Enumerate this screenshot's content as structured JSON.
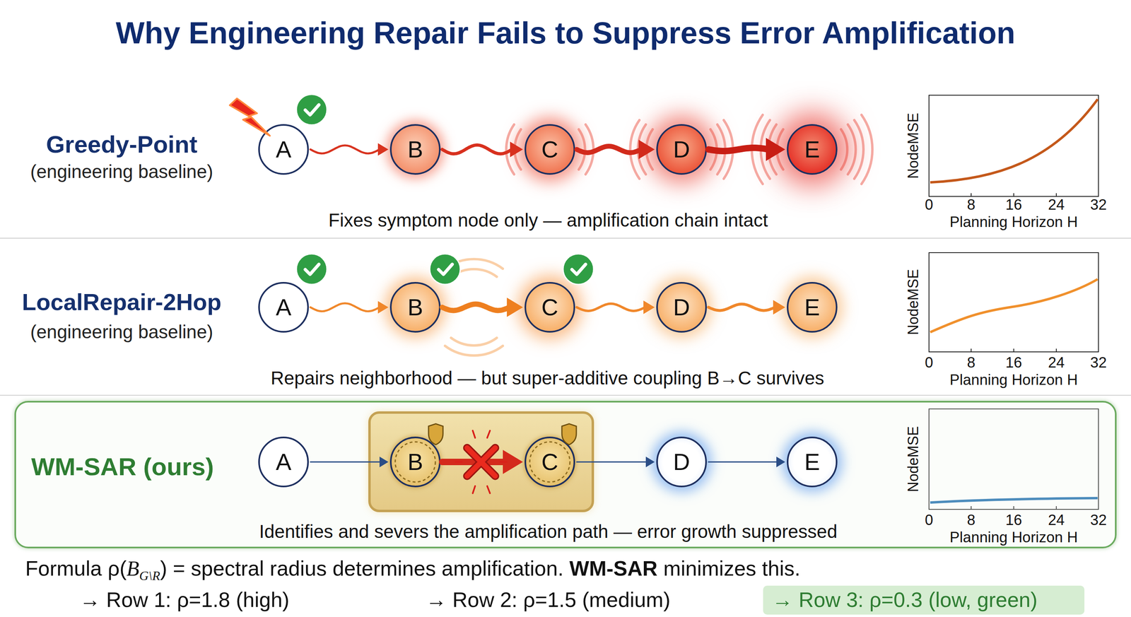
{
  "diagram": {
    "title": "Why Engineering Repair Fails to Suppress Error Amplification",
    "nodes": [
      {
        "text": [
          "A"
        ]
      },
      {
        "text": [
          "B"
        ]
      },
      {
        "text": [
          "C"
        ]
      },
      {
        "text": [
          "D"
        ]
      },
      {
        "text": [
          "E"
        ]
      },
      {
        "text": [
          "A"
        ]
      },
      {
        "text": [
          "B"
        ]
      },
      {
        "text": [
          "C"
        ]
      },
      {
        "text": [
          "D"
        ]
      },
      {
        "text": [
          "E"
        ]
      },
      {
        "text": [
          "WM-SAR (ours)",
          "Identifies and severs the amplification path — error growth suppressed"
        ]
      },
      {
        "text": [
          "A"
        ],
        "in": 10
      },
      {
        "text": [
          "B"
        ],
        "in": 10
      },
      {
        "text": [
          "C"
        ],
        "in": 10
      },
      {
        "text": [
          "D"
        ],
        "in": 10
      },
      {
        "text": [
          "E"
        ],
        "in": 10
      }
    ],
    "edges": [
      {
        "from": 0,
        "to": 1,
        "arrow": "to"
      },
      {
        "from": 1,
        "to": 2,
        "arrow": "to"
      },
      {
        "from": 2,
        "to": 3,
        "arrow": "to"
      },
      {
        "from": 3,
        "to": 4,
        "arrow": "to"
      },
      {
        "from": 5,
        "to": 6,
        "arrow": "to"
      },
      {
        "from": 6,
        "to": 7,
        "arrow": "to"
      },
      {
        "from": 7,
        "to": 8,
        "arrow": "to"
      },
      {
        "from": 8,
        "to": 9,
        "arrow": "to"
      },
      {
        "from": 11,
        "to": 12,
        "arrow": "to"
      },
      {
        "from": 12,
        "to": 13,
        "arrow": "to"
      },
      {
        "from": 13,
        "to": 14,
        "arrow": "to"
      },
      {
        "from": 14,
        "to": 15,
        "arrow": "to"
      }
    ],
    "labels": [
      "Greedy-Point",
      "(engineering baseline)",
      "Fixes symptom node only — amplification chain intact",
      "NodeMSE",
      "0",
      "8",
      "16",
      "24",
      "32",
      "Planning Horizon H",
      "LocalRepair-2Hop",
      "(engineering baseline)",
      "Repairs neighborhood — but super-additive coupling B→C survives",
      "NodeMSE",
      "0",
      "8",
      "16",
      "24",
      "32",
      "Planning Horizon H",
      "NodeMSE",
      "0",
      "8",
      "16",
      "24",
      "32",
      "Planning Horizon H",
      "Formula ρ(",
      "B",
      "G\\R",
      ") = spectral radius determines amplification.",
      "WM-SAR",
      "minimizes this.",
      "→ Row 1: ρ=1.8 (high)",
      "→ Row 2: ρ=1.5 (medium)",
      "→ Row 3: ρ=0.3 (low, green)"
    ]
  }
}
